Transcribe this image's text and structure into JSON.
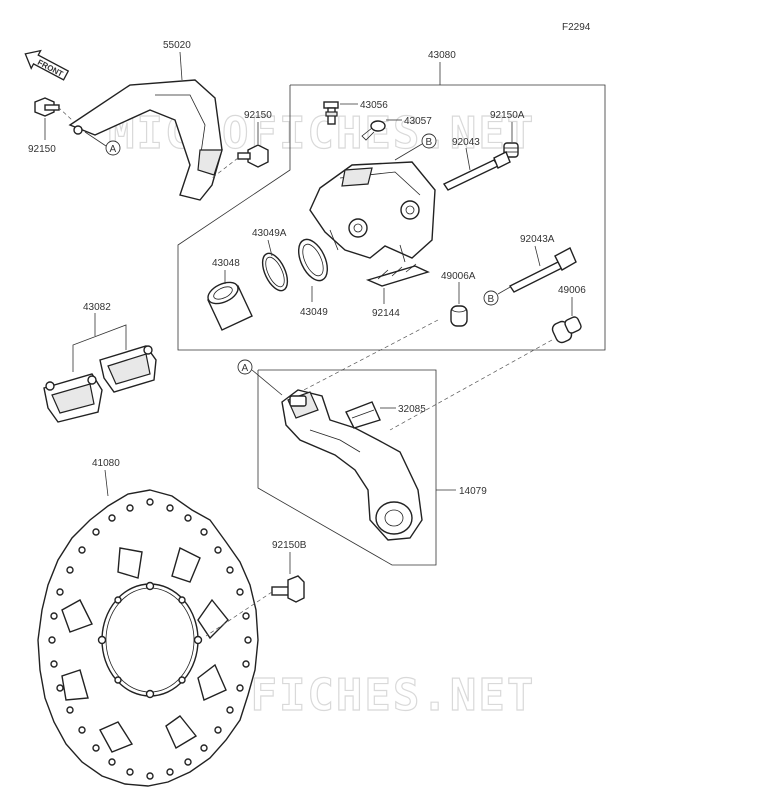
{
  "figure_code": "F2294",
  "front_label": "FRONT",
  "watermark": "MICROFICHES.NET",
  "parts": {
    "p55020": "55020",
    "p43080": "43080",
    "p92150_left": "92150",
    "p92150_mid": "92150",
    "p43056": "43056",
    "p43057": "43057",
    "p92150A": "92150A",
    "p92043": "92043",
    "p43049A": "43049A",
    "p43048": "43048",
    "p43049": "43049",
    "p92144": "92144",
    "p49006A": "49006A",
    "p92043A": "92043A",
    "p49006": "49006",
    "p43082": "43082",
    "p32085": "32085",
    "p14079": "14079",
    "p41080": "41080",
    "p92150B": "92150B"
  },
  "ref_tags": {
    "A1": "A",
    "A2": "A",
    "B1": "B",
    "B2": "B"
  }
}
